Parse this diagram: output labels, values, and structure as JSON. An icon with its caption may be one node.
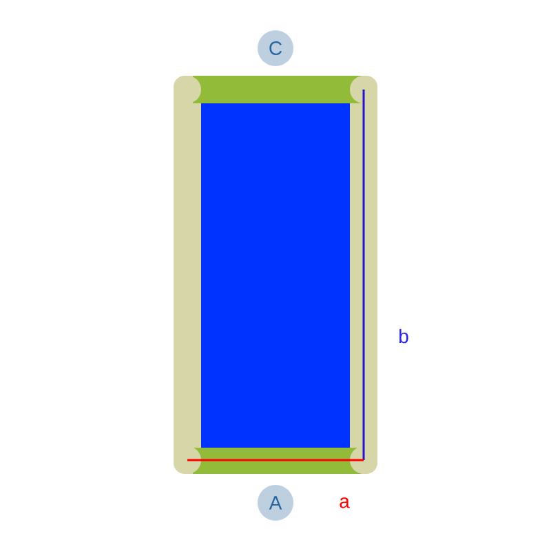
{
  "diagram": {
    "nodes": [
      {
        "text": [
          "C"
        ]
      },
      {
        "text": [
          "A"
        ]
      }
    ],
    "edges": [],
    "labels": [
      "b",
      "a"
    ]
  }
}
